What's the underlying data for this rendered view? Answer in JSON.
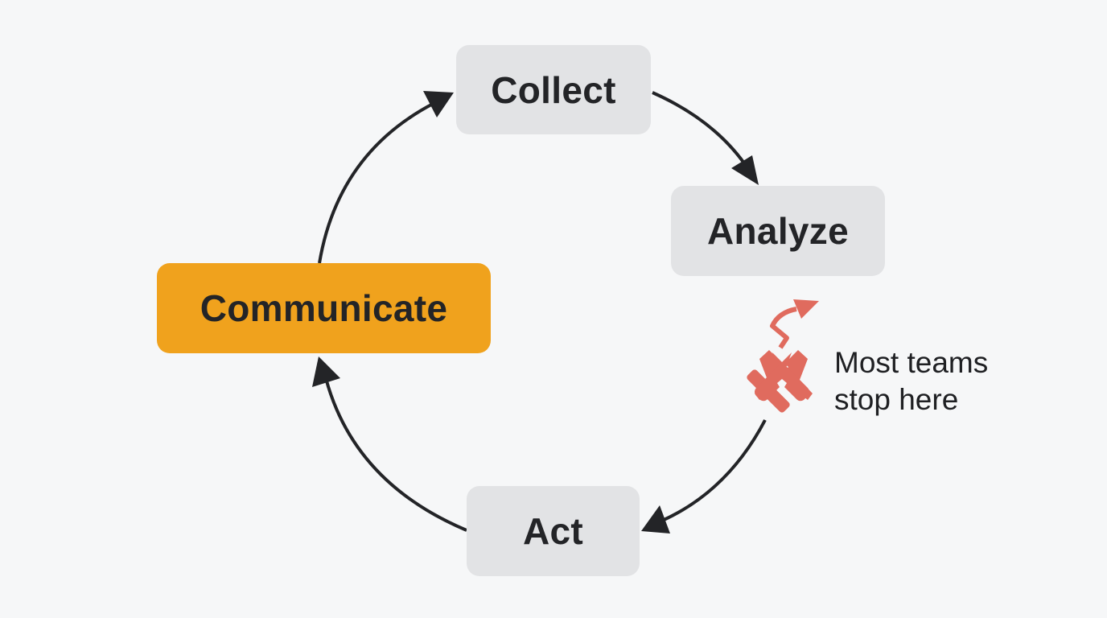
{
  "diagram": {
    "type": "cycle",
    "nodes": [
      {
        "id": "collect",
        "label": "Collect",
        "highlighted": false
      },
      {
        "id": "analyze",
        "label": "Analyze",
        "highlighted": false
      },
      {
        "id": "act",
        "label": "Act",
        "highlighted": false
      },
      {
        "id": "communicate",
        "label": "Communicate",
        "highlighted": true
      }
    ],
    "edges": [
      {
        "from": "collect",
        "to": "analyze",
        "style": "solid"
      },
      {
        "from": "analyze",
        "to": "act",
        "style": "broken"
      },
      {
        "from": "act",
        "to": "communicate",
        "style": "solid"
      },
      {
        "from": "communicate",
        "to": "collect",
        "style": "solid"
      }
    ],
    "annotation": {
      "line1": "Most teams",
      "line2": "stop here",
      "icons": [
        "broken-x-icon",
        "detour-arrow-icon"
      ]
    },
    "colors": {
      "background": "#f6f7f8",
      "node": "#e2e3e5",
      "highlight": "#f0a21d",
      "text": "#232427",
      "arrow": "#232427",
      "warning": "#e06b5e"
    }
  }
}
